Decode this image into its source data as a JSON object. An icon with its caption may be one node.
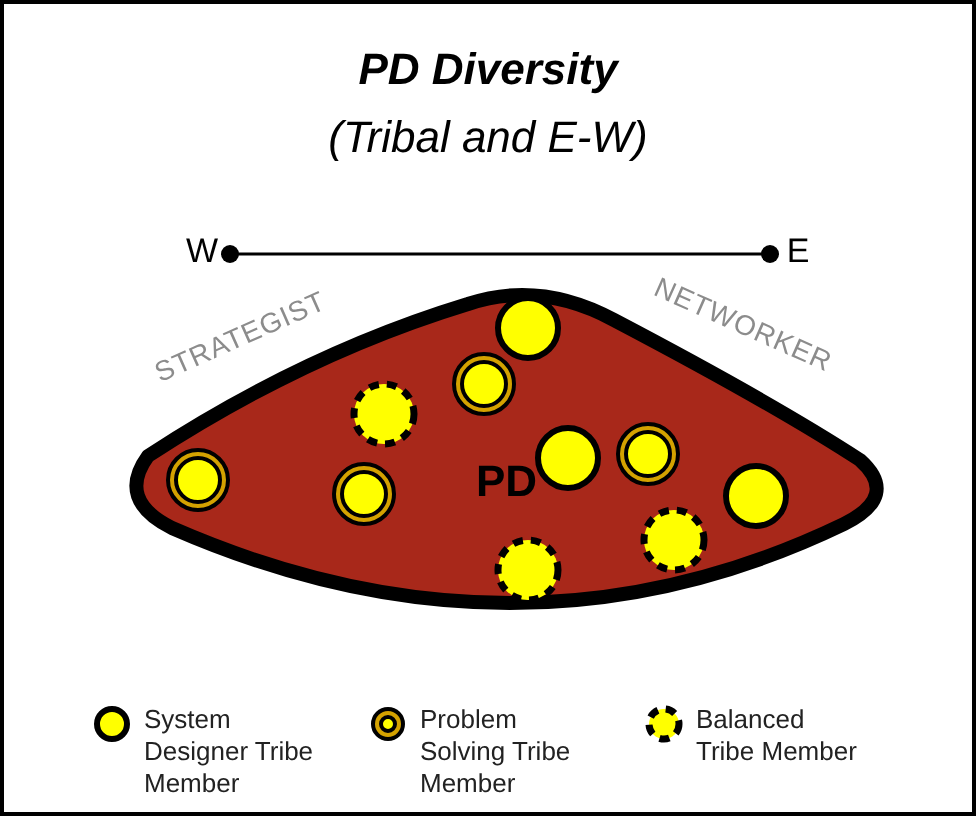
{
  "diagram": {
    "title": "PD Diversity",
    "nodes": [
      {
        "text": [
          "W"
        ]
      },
      {
        "text": [
          "E"
        ]
      },
      {
        "text": [
          "PD"
        ]
      }
    ],
    "edges": [
      {
        "from": 0,
        "to": 1,
        "arrow": "other"
      }
    ],
    "labels": [
      "(Tribal and E-W)",
      "STRATEGIST",
      "NETWORKER"
    ],
    "legend": [
      {
        "text": "System Designer Tribe Member"
      },
      {
        "text": "Problem Solving Tribe Member"
      },
      {
        "text": "Balanced Tribe Member"
      }
    ]
  }
}
